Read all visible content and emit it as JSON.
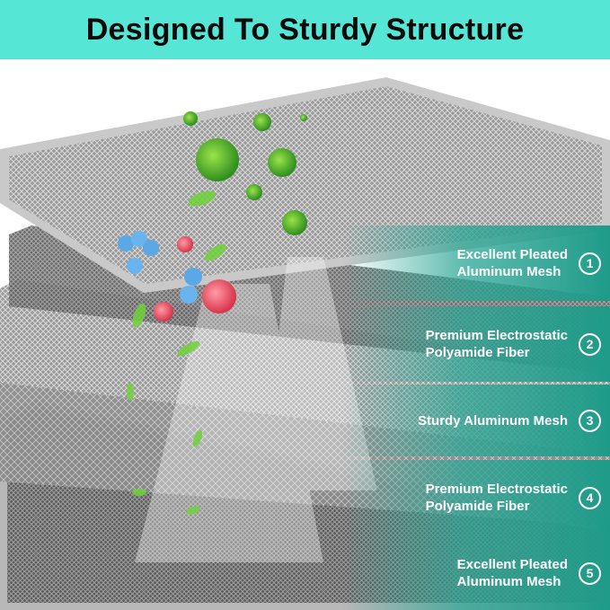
{
  "header": {
    "title": "Designed To Sturdy Structure",
    "background": "#55e6d6"
  },
  "layers": [
    {
      "line1": "Excellent Pleated",
      "line2": "Aluminum Mesh",
      "number": "1"
    },
    {
      "line1": "Premium Electrostatic",
      "line2": "Polyamide Fiber",
      "number": "2"
    },
    {
      "line1": "Sturdy Aluminum Mesh",
      "line2": "",
      "number": "3"
    },
    {
      "line1": "Premium Electrostatic",
      "line2": "Polyamide Fiber",
      "number": "4"
    },
    {
      "line1": "Excellent Pleated",
      "line2": "Aluminum Mesh",
      "number": "5"
    }
  ],
  "colors": {
    "band_teal": "#2aa594",
    "virus_green": "#3fae2c",
    "bacteria_blue": "#5aa8e6",
    "particle_red": "#e64a5c"
  }
}
